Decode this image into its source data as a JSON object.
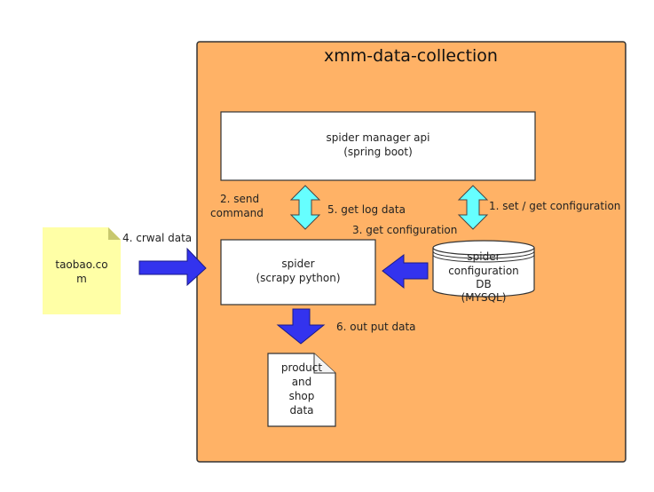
{
  "container": {
    "title": "xmm-data-collection"
  },
  "api_box": {
    "line1": "spider manager api",
    "line2": "(spring boot)"
  },
  "spider_box": {
    "line1": "spider",
    "line2": "(scrapy python)"
  },
  "db": {
    "line1": "spider",
    "line2": "configuration",
    "line3": "DB",
    "line4": "(MYSQL)"
  },
  "note": {
    "line1": "taobao.co",
    "line2": "m"
  },
  "output_doc": {
    "line1": "product",
    "line2": "and",
    "line3": "shop",
    "line4": "data"
  },
  "labels": {
    "send_command_1": "2. send",
    "send_command_2": "command",
    "get_log_data": "5. get log data",
    "set_get_config": "1. set / get configuration",
    "get_config": "3. get configuration",
    "crawl_data": "4. crwal data",
    "output_data": "6. out put data"
  },
  "colors": {
    "container_fill": "#FFB266",
    "note_fill": "#FFFFA6",
    "blue_arrow": "#3333EE",
    "cyan_arrow": "#66FFFF"
  }
}
